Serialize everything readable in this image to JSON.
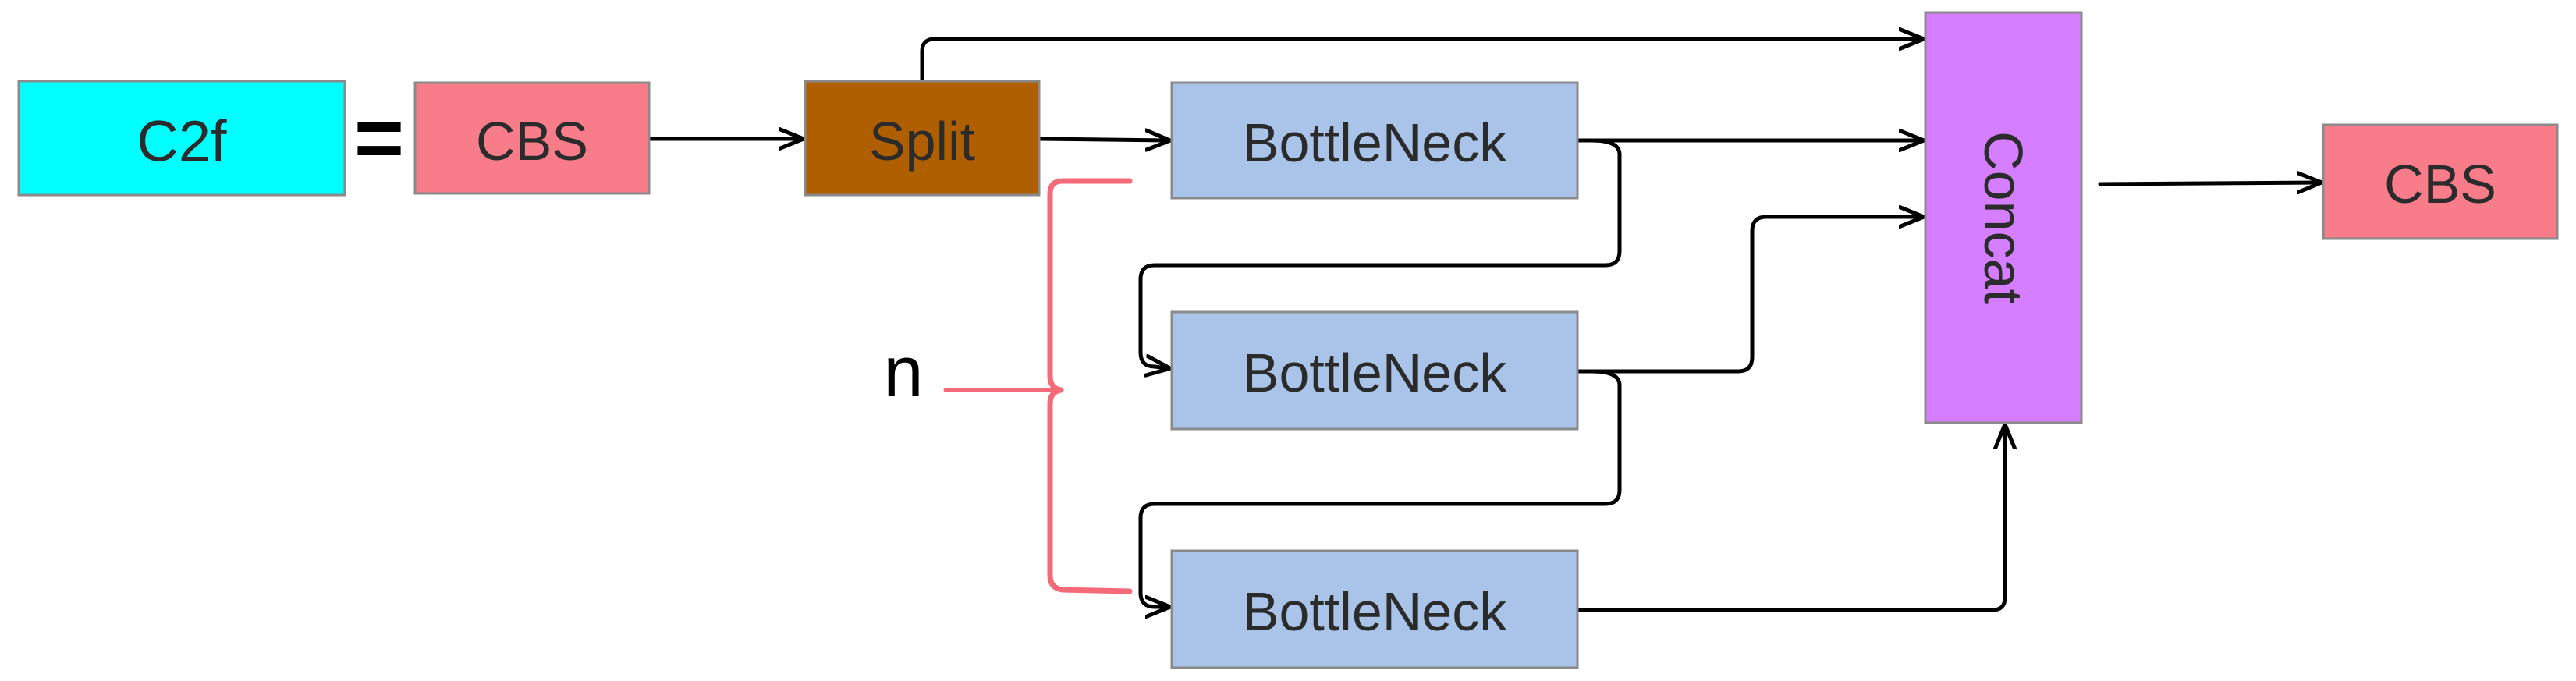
{
  "diagram": {
    "nodes": {
      "c2f": {
        "label": "C2f",
        "fill": "#00FFFF"
      },
      "equals": {
        "label": "="
      },
      "cbs_in": {
        "label": "CBS",
        "fill": "#F87C8A"
      },
      "split": {
        "label": "Split",
        "fill": "#B05F00"
      },
      "bottleneck_1": {
        "label": "BottleNeck",
        "fill": "#A9C4E8"
      },
      "bottleneck_2": {
        "label": "BottleNeck",
        "fill": "#A9C4E8"
      },
      "bottleneck_3": {
        "label": "BottleNeck",
        "fill": "#A9C4E8"
      },
      "concat": {
        "label": "Concat",
        "fill": "#D57EFF"
      },
      "cbs_out": {
        "label": "CBS",
        "fill": "#F87C8A"
      }
    },
    "repeat_label": "n",
    "colors": {
      "edge": "#000000",
      "brace": "#F46A78",
      "box_border": "#8A8A8A",
      "text": "#2B2B2B"
    }
  }
}
